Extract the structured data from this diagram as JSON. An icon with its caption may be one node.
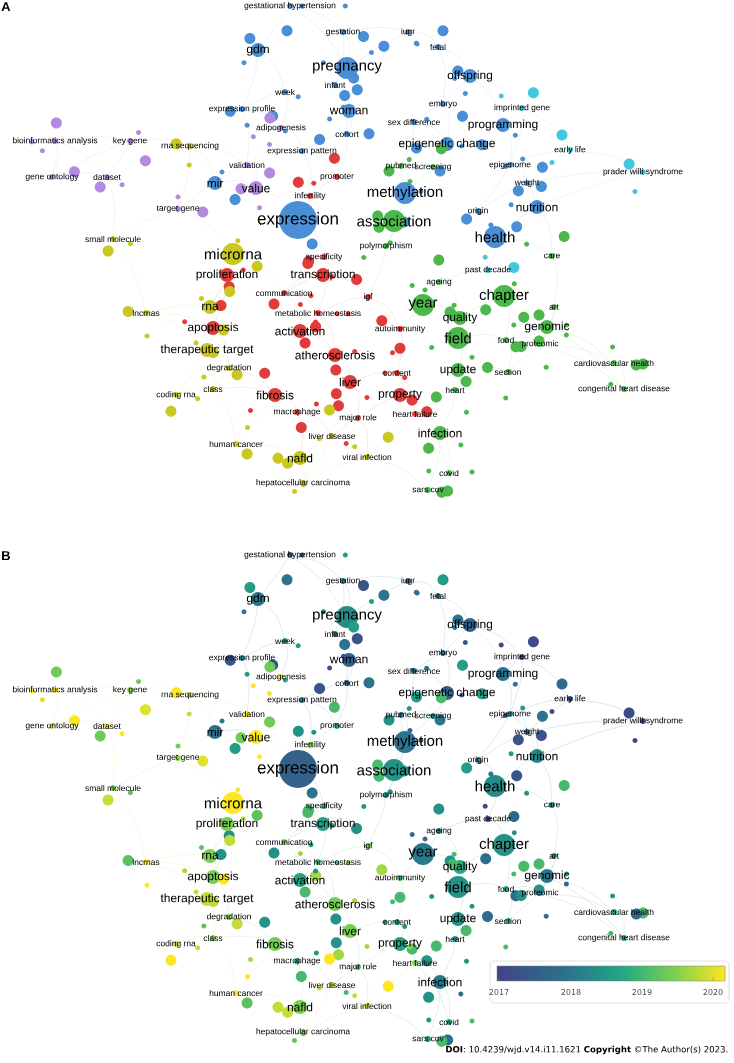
{
  "diagram": {
    "labels": [
      "A",
      "gestational hypertension",
      "gdm",
      "gestation",
      "iugr",
      "fetal",
      "pregnancy",
      "offspring",
      "infant",
      "week",
      "woman",
      "embryo",
      "expression profile",
      "imprinted gene",
      "sex difference",
      "adipogenesis",
      "cohort",
      "programming",
      "bioinformatics analysis",
      "key gene",
      "rna sequencing",
      "expression pattern",
      "epigenetic change",
      "early life",
      "validation",
      "pubmed",
      "screening",
      "epigenome",
      "prader willi syndrome",
      "gene ontology",
      "dataset",
      "promoter",
      "mir",
      "value",
      "weight",
      "methylation",
      "infertility",
      "target gene",
      "origin",
      "nutrition",
      "expression",
      "association",
      "health",
      "small molecule",
      "polymorphism",
      "microrna",
      "specificity",
      "care",
      "proliferation",
      "transcription",
      "past decade",
      "communication",
      "ageing",
      "chapter",
      "lncrnas",
      "rna",
      "metabolic homeostasis",
      "igf",
      "year",
      "art",
      "apoptosis",
      "activation",
      "autoimmunity",
      "quality",
      "genomic",
      "field",
      "food",
      "proteomic",
      "therapeutic target",
      "atherosclerosis",
      "degradation",
      "cardiovascular health",
      "liver",
      "content",
      "update",
      "section",
      "class",
      "coding rna",
      "fibrosis",
      "property",
      "heart",
      "congenital heart disease",
      "macrophage",
      "major role",
      "heart failure",
      "infection",
      "liver disease",
      "human cancer",
      "nafld",
      "viral infection",
      "covid",
      "hepatocellular carcinoma",
      "sars cov",
      "B",
      "gestational hypertension",
      "gdm",
      "gestation",
      "iugr",
      "fetal",
      "pregnancy",
      "offspring",
      "infant",
      "week",
      "woman",
      "embryo",
      "expression profile",
      "imprinted gene",
      "sex difference",
      "adipogenesis",
      "cohort",
      "programming",
      "bioinformatics analysis",
      "key gene",
      "rna sequencing",
      "expression pattern",
      "epigenetic change",
      "early life",
      "validation",
      "pubmed",
      "screening",
      "epigenome",
      "prader willi syndrome",
      "gene ontology",
      "dataset",
      "promoter",
      "mir",
      "value",
      "weight",
      "methylation",
      "infertility",
      "target gene",
      "origin",
      "nutrition",
      "expression",
      "association",
      "health",
      "small molecule",
      "polymorphism",
      "microrna",
      "specificity",
      "care",
      "proliferation",
      "transcription",
      "past decade",
      "communication",
      "ageing",
      "chapter",
      "lncrnas",
      "rna",
      "metabolic homeostasis",
      "igf",
      "year",
      "art",
      "apoptosis",
      "activation",
      "autoimmunity",
      "quality",
      "genomic",
      "field",
      "food",
      "proteomic",
      "therapeutic target",
      "atherosclerosis",
      "degradation",
      "cardiovascular health",
      "liver",
      "content",
      "update",
      "section",
      "class",
      "coding rna",
      "fibrosis",
      "property",
      "heart",
      "congenital heart disease",
      "macrophage",
      "major role",
      "heart failure",
      "infection",
      "liver disease",
      "human cancer",
      "nafld",
      "viral infection",
      "covid",
      "hepatocellular carcinoma",
      "sars cov",
      "2017",
      "2018",
      "2019",
      "2020",
      "**DOI**: 10.4239/wjd.v14.i11.1621 **Copyright** ©The Author(s) 2023."
    ]
  }
}
